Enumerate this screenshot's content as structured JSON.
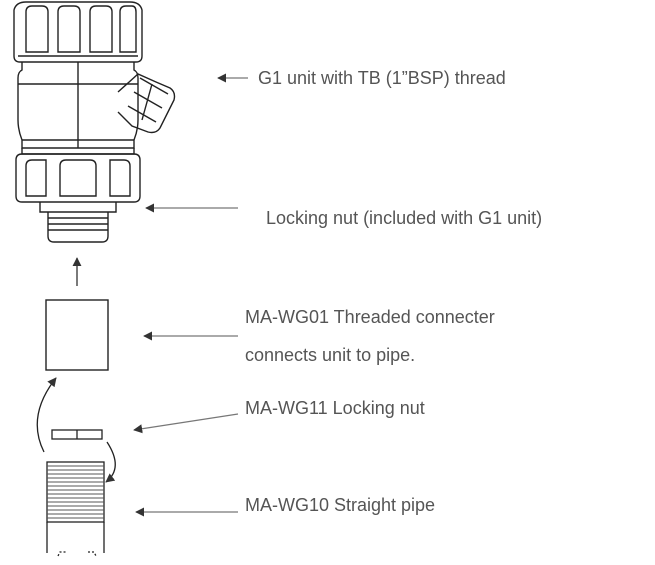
{
  "labels": {
    "g1_unit": "G1 unit with TB (1”BSP) thread",
    "locking_nut_included": "Locking nut (included with G1 unit)",
    "connector_line1": "MA-WG01  Threaded connecter",
    "connector_line2": "connects unit to pipe.",
    "wg11_nut": "MA-WG11 Locking nut",
    "wg10_pipe": "MA-WG10 Straight pipe"
  },
  "colors": {
    "text": "#555555",
    "line": "#222222",
    "leader": "#777777"
  }
}
